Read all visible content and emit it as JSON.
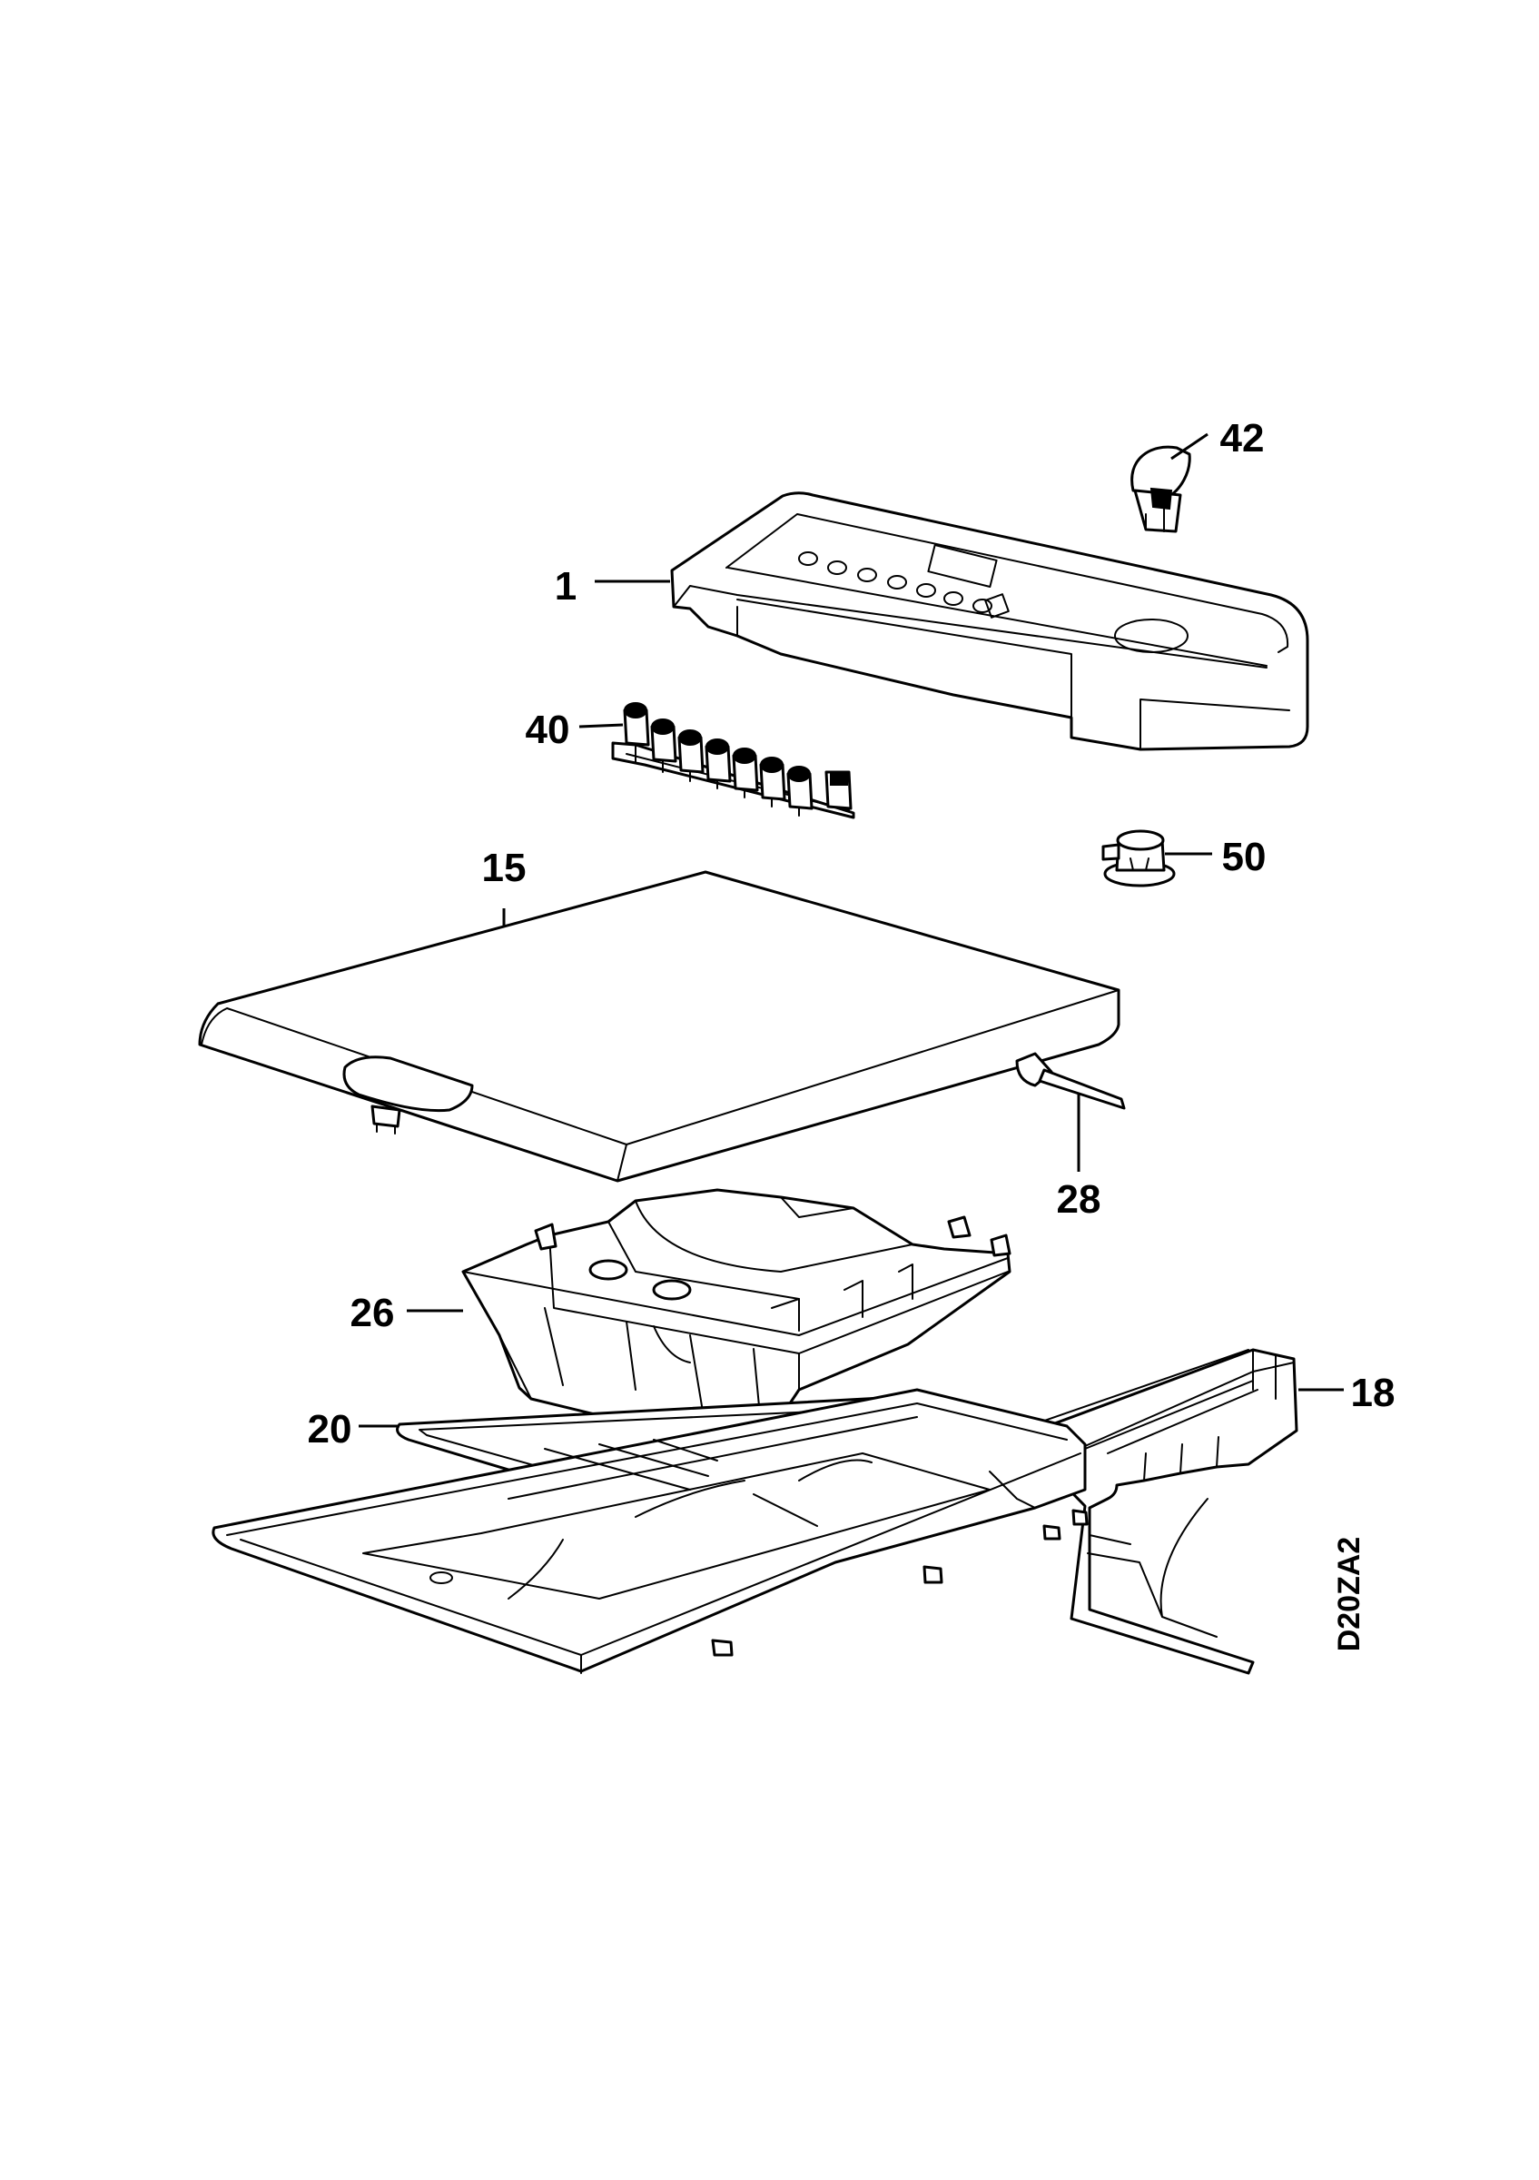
{
  "diagram": {
    "callouts": [
      {
        "id": "1",
        "label": "1"
      },
      {
        "id": "15",
        "label": "15"
      },
      {
        "id": "18",
        "label": "18"
      },
      {
        "id": "20",
        "label": "20"
      },
      {
        "id": "26",
        "label": "26"
      },
      {
        "id": "28",
        "label": "28"
      },
      {
        "id": "40",
        "label": "40"
      },
      {
        "id": "42",
        "label": "42"
      },
      {
        "id": "50",
        "label": "50"
      }
    ],
    "drawing_code": "D20ZA2"
  }
}
